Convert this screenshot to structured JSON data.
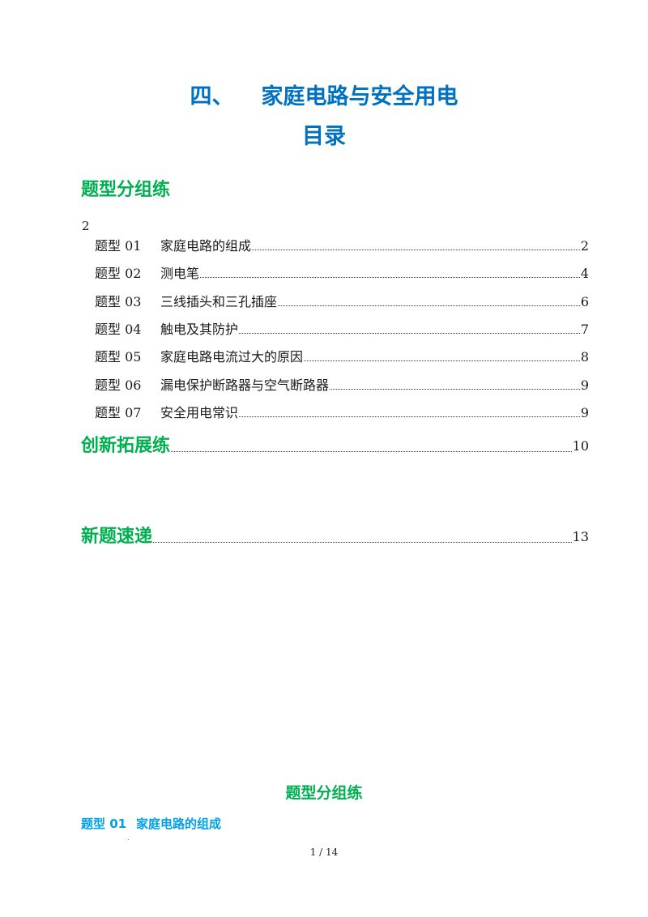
{
  "document": {
    "title_prefix": "四、",
    "title_text": "家庭电路与安全用电",
    "subtitle": "目录"
  },
  "toc": {
    "section1": "题型分组练",
    "stray_page": "2",
    "items": [
      {
        "num": "题型 01",
        "label": "家庭电路的组成",
        "page": "2"
      },
      {
        "num": "题型 02",
        "label": "测电笔",
        "page": "4"
      },
      {
        "num": "题型 03",
        "label": "三线插头和三孔插座",
        "page": "6"
      },
      {
        "num": "题型 04",
        "label": "触电及其防护",
        "page": "7"
      },
      {
        "num": "题型 05",
        "label": "家庭电路电流过大的原因",
        "page": "8"
      },
      {
        "num": "题型 06",
        "label": "漏电保护断路器与空气断路器",
        "page": "9"
      },
      {
        "num": "题型 07",
        "label": "安全用电常识",
        "page": "9"
      }
    ],
    "section2": {
      "label": "创新拓展练",
      "page": "10"
    },
    "section3": {
      "label": "新题速递",
      "page": "13"
    }
  },
  "body": {
    "section_title": "题型分组练",
    "subhead_num": "题型 01",
    "subhead_text": "家庭电路的组成",
    "tiny_mark": "."
  },
  "footer": {
    "page_indicator": "1 / 14"
  },
  "colors": {
    "title": "#0070c0",
    "section_green": "#00b050",
    "subhead_blue": "#00a0e9"
  }
}
